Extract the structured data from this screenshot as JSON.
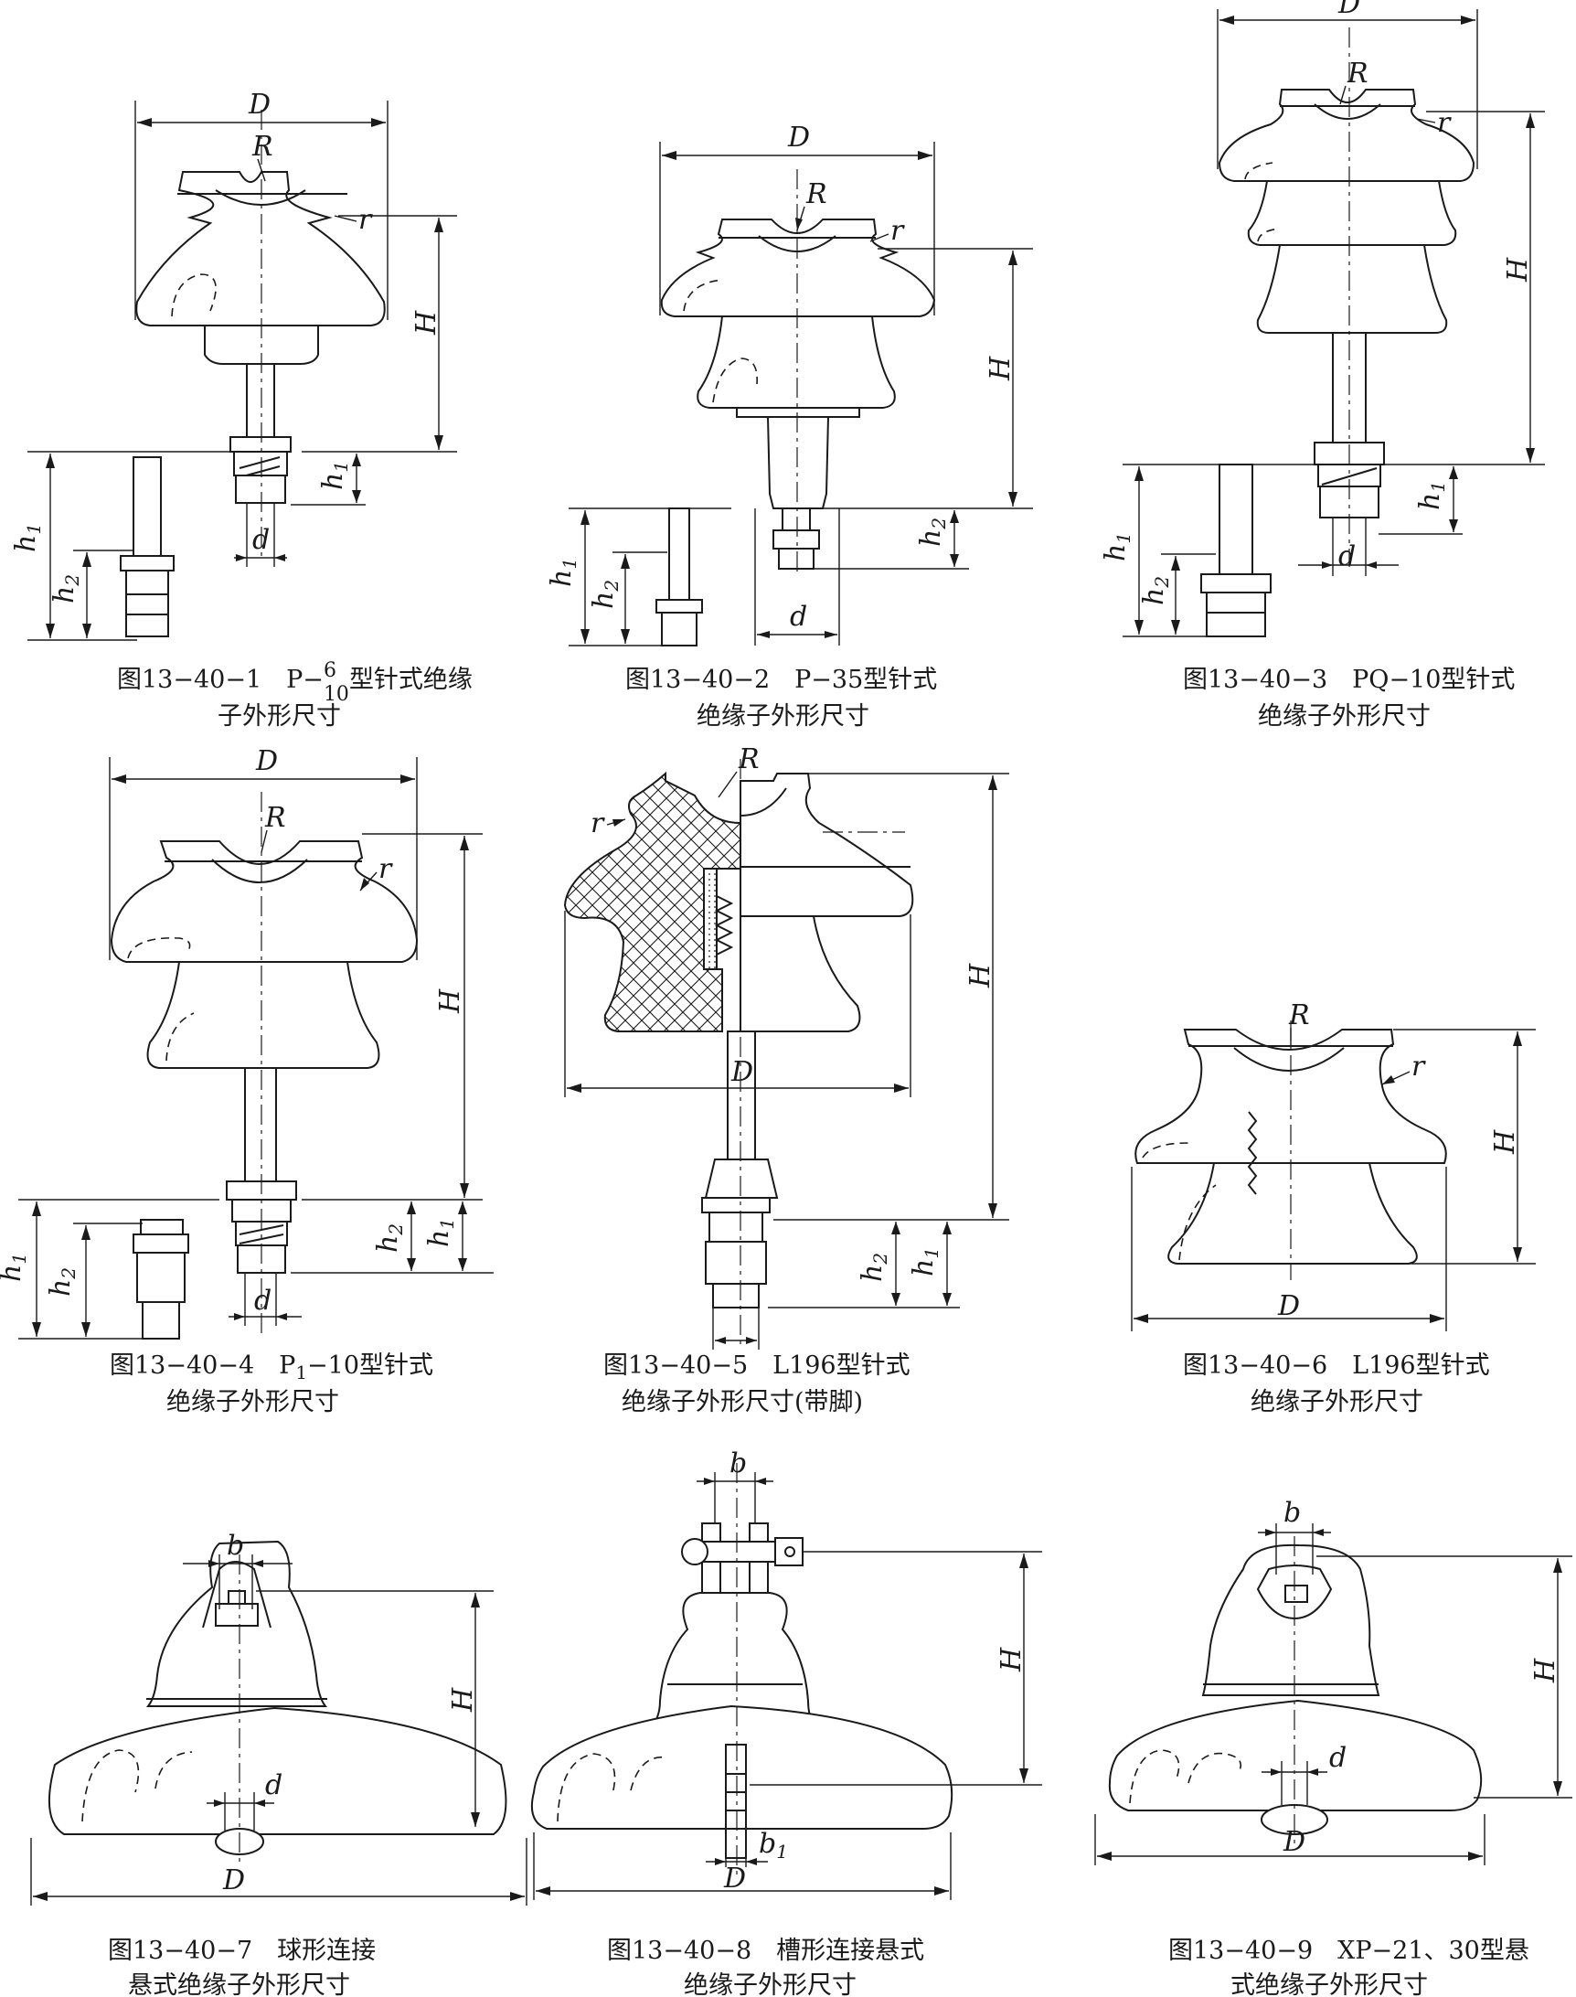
{
  "labels": {
    "D": "D",
    "R": "R",
    "r": "r",
    "H": "H",
    "h1": "h",
    "h1_sub": "1",
    "h2": "h",
    "h2_sub": "2",
    "d": "d",
    "b": "b",
    "b1": "b",
    "b1_sub": "1"
  },
  "figures": [
    {
      "line1_pre": "图13−40−1　P−",
      "frac_num": "6",
      "frac_den": "10",
      "line1_post": "型针式绝缘",
      "line2": "子外形尺寸"
    },
    {
      "line1": "图13−40−2　P−35型针式",
      "line2": "绝缘子外形尺寸"
    },
    {
      "line1": "图13−40−3　PQ−10型针式",
      "line2": "绝缘子外形尺寸"
    },
    {
      "line1_pre": "图13−40−4　P",
      "line1_sub": "1",
      "line1_post": "−10型针式",
      "line2": "绝缘子外形尺寸"
    },
    {
      "line1": "图13−40−5　L196型针式",
      "line2": "绝缘子外形尺寸(带脚)"
    },
    {
      "line1": "图13−40−6　L196型针式",
      "line2": "绝缘子外形尺寸"
    },
    {
      "line1": "图13−40−7　球形连接",
      "line2": "悬式绝缘子外形尺寸"
    },
    {
      "line1": "图13−40−8　槽形连接悬式",
      "line2": "绝缘子外形尺寸"
    },
    {
      "line1": "图13−40−9　XP−21、30型悬",
      "line2": "式绝缘子外形尺寸"
    }
  ]
}
